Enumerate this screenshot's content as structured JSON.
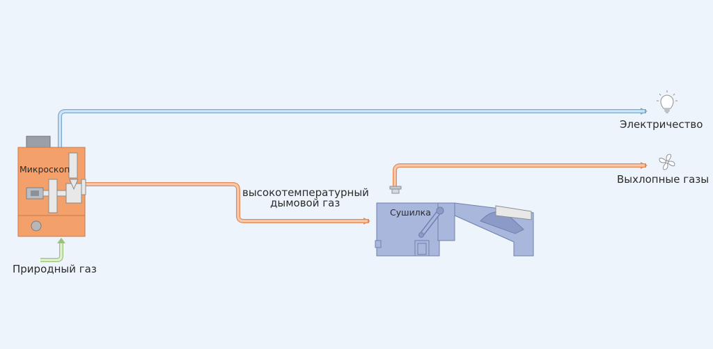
{
  "labels": {
    "microscope": "Микроскоп",
    "dryer": "Сушилка",
    "electricity": "Электричество",
    "exhaust": "Выхлопные газы",
    "flue_gas_line1": "высокотемпературный",
    "flue_gas_line2": "дымовой газ",
    "natural_gas": "Природный газ"
  },
  "icons": {
    "electricity": "light-bulb-icon",
    "exhaust": "fan-icon"
  },
  "colors": {
    "background": "#eef4fb",
    "engine": "#f4a06b",
    "engine_edge": "#c8784a",
    "dryer": "#a9b7dc",
    "dryer_edge": "#6f7fae",
    "electric_line": "#9ac6e6",
    "flue_line": "#f2a576",
    "gas_line": "#c4e0a4"
  }
}
